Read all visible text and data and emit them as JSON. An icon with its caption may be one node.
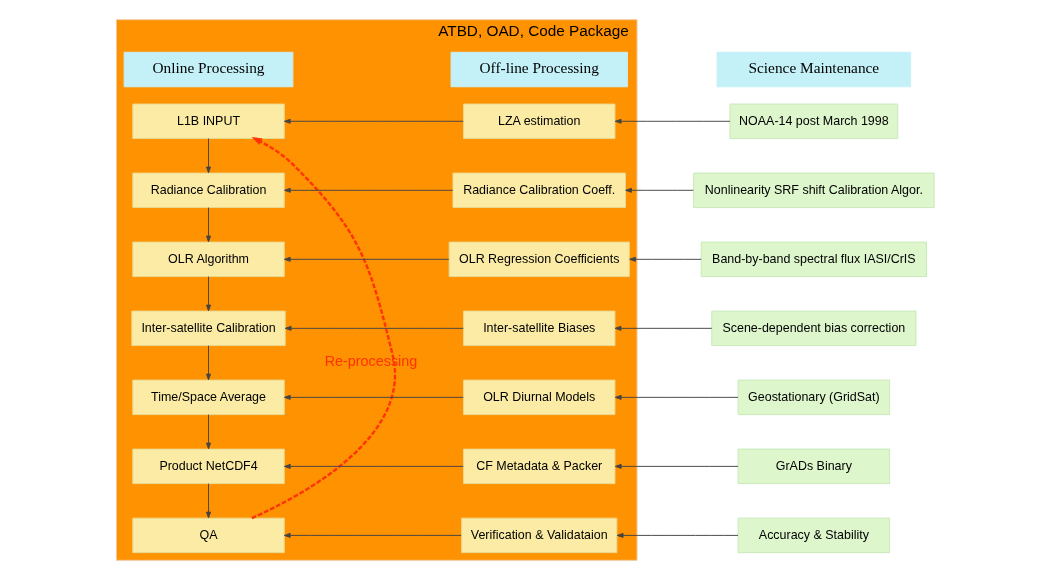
{
  "diagram": {
    "nodes": [
      {
        "text": [
          "ATBD, OAD, Code Package"
        ]
      },
      {
        "text": [
          "Online Processing"
        ],
        "in": 0
      },
      {
        "text": [
          "Off-line Processing"
        ],
        "in": 0
      },
      {
        "text": [
          "Science Maintenance"
        ]
      },
      {
        "text": [
          "L1B INPUT"
        ],
        "in": 0
      },
      {
        "text": [
          "Radiance Calibration"
        ],
        "in": 0
      },
      {
        "text": [
          "OLR Algorithm"
        ],
        "in": 0
      },
      {
        "text": [
          "Inter-satellite Calibration"
        ],
        "in": 0
      },
      {
        "text": [
          "Time/Space Average"
        ],
        "in": 0
      },
      {
        "text": [
          "Product NetCDF4"
        ],
        "in": 0
      },
      {
        "text": [
          "QA"
        ],
        "in": 0
      },
      {
        "text": [
          "LZA estimation"
        ],
        "in": 0
      },
      {
        "text": [
          "Radiance Calibration Coeff."
        ],
        "in": 0
      },
      {
        "text": [
          "OLR Regression Coefficients"
        ],
        "in": 0
      },
      {
        "text": [
          "Inter-satellite Biases"
        ],
        "in": 0
      },
      {
        "text": [
          "OLR Diurnal Models"
        ],
        "in": 0
      },
      {
        "text": [
          "CF Metadata & Packer"
        ],
        "in": 0
      },
      {
        "text": [
          "Verification & Validataion"
        ],
        "in": 0
      },
      {
        "text": [
          "NOAA-14 post March 1998"
        ]
      },
      {
        "text": [
          "Nonlinearity SRF shift Calibration Algor."
        ]
      },
      {
        "text": [
          "Band-by-band spectral flux IASI/CrIS"
        ]
      },
      {
        "text": [
          "Scene-dependent bias correction"
        ]
      },
      {
        "text": [
          "Geostationary (GridSat)"
        ]
      },
      {
        "text": [
          "GrADs Binary"
        ]
      },
      {
        "text": [
          "Accuracy & Stability"
        ]
      }
    ],
    "edges": [
      {
        "from": 4,
        "to": 5,
        "arrow": "to"
      },
      {
        "from": 5,
        "to": 6,
        "arrow": "to"
      },
      {
        "from": 6,
        "to": 7,
        "arrow": "to"
      },
      {
        "from": 7,
        "to": 8,
        "arrow": "to"
      },
      {
        "from": 8,
        "to": 9,
        "arrow": "to"
      },
      {
        "from": 9,
        "to": 10,
        "arrow": "to"
      },
      {
        "from": 11,
        "to": 4,
        "arrow": "to"
      },
      {
        "from": 12,
        "to": 5,
        "arrow": "to"
      },
      {
        "from": 13,
        "to": 6,
        "arrow": "to"
      },
      {
        "from": 14,
        "to": 7,
        "arrow": "to"
      },
      {
        "from": 15,
        "to": 8,
        "arrow": "to"
      },
      {
        "from": 16,
        "to": 9,
        "arrow": "to"
      },
      {
        "from": 17,
        "to": 10,
        "arrow": "to"
      },
      {
        "from": 18,
        "to": 11,
        "arrow": "to"
      },
      {
        "from": 19,
        "to": 12,
        "arrow": "to"
      },
      {
        "from": 20,
        "to": 13,
        "arrow": "to"
      },
      {
        "from": 21,
        "to": 14,
        "arrow": "to"
      },
      {
        "from": 22,
        "to": 15,
        "arrow": "to"
      },
      {
        "from": 23,
        "to": 16,
        "arrow": "to"
      },
      {
        "from": 24,
        "to": 17,
        "arrow": "to"
      },
      {
        "from": 10,
        "to": 4,
        "arrow": "to",
        "label": "Re-processing",
        "style": "dashed",
        "color": "#ff3300"
      }
    ]
  }
}
